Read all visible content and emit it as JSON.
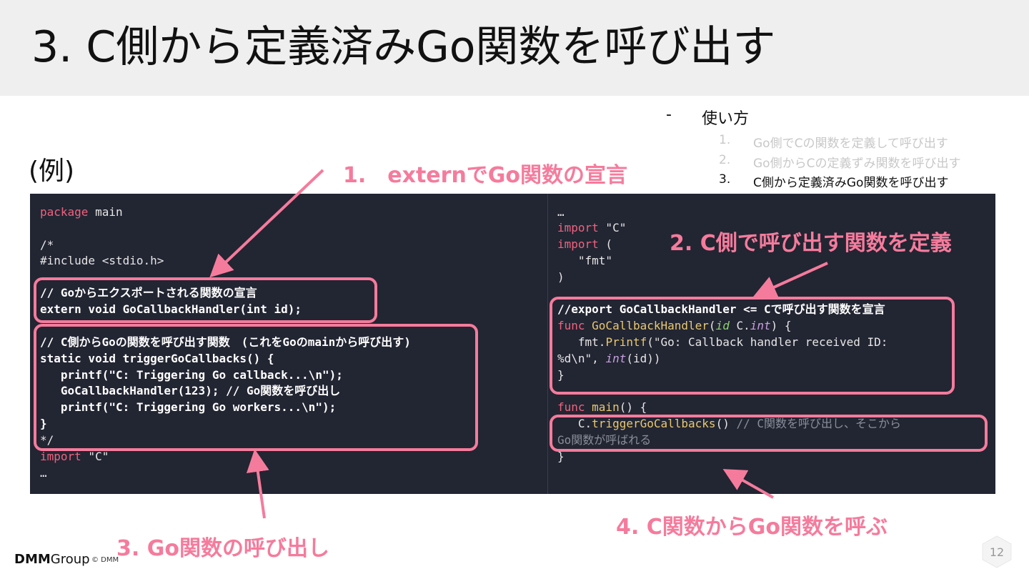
{
  "slide": {
    "title": "3. C側から定義済みGo関数を呼び出す",
    "example_label": "(例)",
    "page_number": "12"
  },
  "usage": {
    "dash": "-",
    "label": "使い方",
    "items": [
      {
        "num": "1.",
        "text": "Go側でCの関数を定義して呼び出す"
      },
      {
        "num": "2.",
        "text": "Go側からCの定義ずみ関数を呼び出す"
      },
      {
        "num": "3.",
        "text": "C側から定義済みGo関数を呼び出す"
      }
    ]
  },
  "annotations": {
    "a1": "1.　externでGo関数の宣言",
    "a2": "2. C側で呼び出す関数を定義",
    "a3": "3. Go関数の呼び出し",
    "a4": "4. C関数からGo関数を呼ぶ"
  },
  "code_left": {
    "l1_kw": "package",
    "l1_rest": " main",
    "l2": "/*",
    "l3": "#include <stdio.h>",
    "l4": "// Goからエクスポートされる関数の宣言",
    "l5": "extern void GoCallbackHandler(int id);",
    "l6": "// C側からGoの関数を呼び出す関数　(これをGoのmainから呼び出す)",
    "l7": "static void triggerGoCallbacks() {",
    "l8": "   printf(\"C: Triggering Go callback...\\n\");",
    "l9": "   GoCallbackHandler(123); // Go関数を呼び出し",
    "l10": "   printf(\"C: Triggering Go workers...\\n\");",
    "l11": "}",
    "l12": "*/",
    "l13_kw": "import",
    "l13_rest": " \"C\"",
    "l14": "…"
  },
  "code_right": {
    "r1": "…",
    "r2_kw": "import",
    "r2_rest": " \"C\"",
    "r3_kw": "import",
    "r3_rest": " (",
    "r4": "   \"fmt\"",
    "r5": ")",
    "r6": "//export GoCallbackHandler <= Cで呼び出す関数を宣言",
    "r7_kw": "func",
    "r7_fn": " GoCallbackHandler",
    "r7_a": "(",
    "r7_p": "id",
    "r7_b": " C.",
    "r7_t": "int",
    "r7_c": ") {",
    "r8_a": "   fmt.",
    "r8_fn": "Printf",
    "r8_b": "(\"Go: Callback handler received ID:",
    "r9_a": "%d\\n\", ",
    "r9_t": "int",
    "r9_b": "(id))",
    "r10": "}",
    "r11_kw": "func",
    "r11_fn": " main",
    "r11_b": "() {",
    "r12_a": "   C.",
    "r12_fn": "triggerGoCallbacks",
    "r12_b": "() ",
    "r12_c": "// C関数を呼び出し、そこから",
    "r13": "Go関数が呼ばれる",
    "r14": "}"
  },
  "footer": {
    "logo_mark": "DMM",
    "logo_group": "Group",
    "copyright": "© DMM"
  },
  "colors": {
    "accent": "#f57b9c",
    "code_bg": "#222532",
    "title_bg": "#efefef"
  }
}
